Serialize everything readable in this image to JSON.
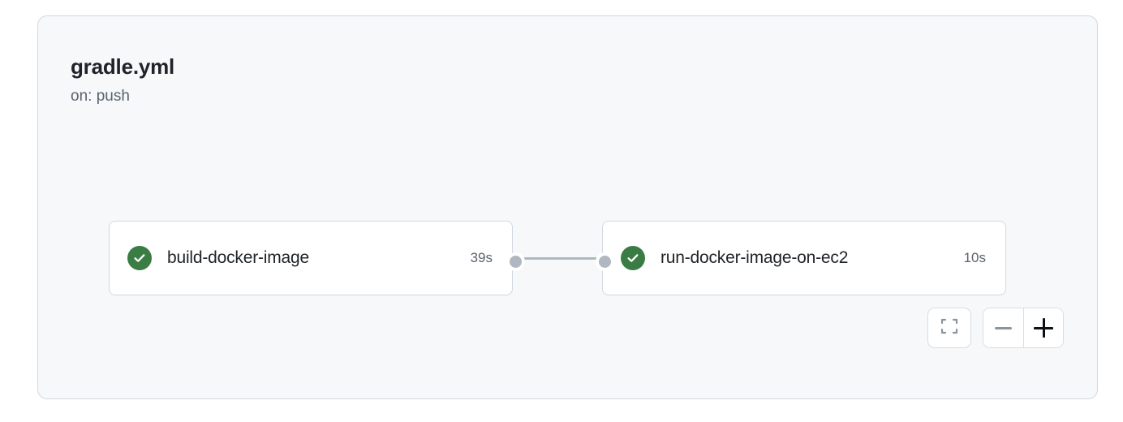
{
  "workflow": {
    "title": "gradle.yml",
    "trigger": "on: push",
    "nodes": [
      {
        "name": "build-docker-image",
        "duration": "39s",
        "status": "success",
        "status_icon": "check-circle-icon"
      },
      {
        "name": "run-docker-image-on-ec2",
        "duration": "10s",
        "status": "success",
        "status_icon": "check-circle-icon"
      }
    ],
    "edges": [
      {
        "from": "build-docker-image",
        "to": "run-docker-image-on-ec2"
      }
    ]
  },
  "controls": {
    "fit_label": "",
    "fit_icon": "fit-to-screen-icon",
    "zoom_out_label": "",
    "zoom_out_icon": "minus-icon",
    "zoom_in_label": "",
    "zoom_in_icon": "plus-icon"
  },
  "colors": {
    "page_background": "#ffffff",
    "card_background": "#f6f8fa",
    "card_border": "#d1d9e0",
    "node_background": "#ffffff",
    "node_border": "#d1d9e0",
    "success_green": "#3a7d44",
    "text_primary": "#1f2328",
    "text_muted": "#59636e",
    "edge_gray": "#afb8c1"
  }
}
